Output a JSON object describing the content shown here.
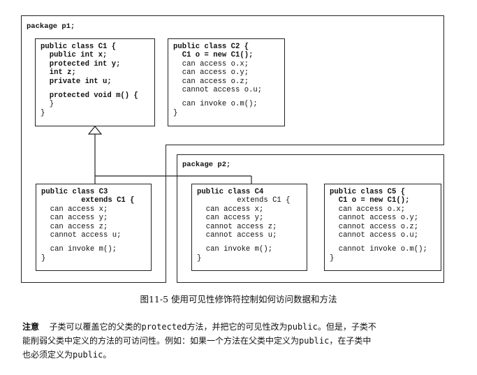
{
  "packages": {
    "p1": "package p1;",
    "p2": "package p2;"
  },
  "boxes": {
    "c1": [
      {
        "text": "public class C1 {",
        "bold": true
      },
      {
        "text": "  public int x;",
        "bold": true
      },
      {
        "text": "  protected int y;",
        "bold": true
      },
      {
        "text": "  int z;",
        "bold": true
      },
      {
        "text": "  private int u;",
        "bold": true
      },
      {
        "text": "",
        "blank": true
      },
      {
        "text": "  protected void m() {",
        "bold": true
      },
      {
        "text": "  }",
        "bold": false
      },
      {
        "text": "}",
        "bold": false
      }
    ],
    "c2": [
      {
        "text": "public class C2 {",
        "bold": true
      },
      {
        "text": "  C1 o = new C1();",
        "bold": true
      },
      {
        "text": "  can access o.x;",
        "bold": false
      },
      {
        "text": "  can access o.y;",
        "bold": false
      },
      {
        "text": "  can access o.z;",
        "bold": false
      },
      {
        "text": "  cannot access o.u;",
        "bold": false
      },
      {
        "text": "",
        "blank": true
      },
      {
        "text": "  can invoke o.m();",
        "bold": false
      },
      {
        "text": "}",
        "bold": false
      }
    ],
    "c3": [
      {
        "text": "public class C3",
        "bold": true
      },
      {
        "text": "         extends C1 {",
        "bold": true
      },
      {
        "text": "  can access x;",
        "bold": false
      },
      {
        "text": "  can access y;",
        "bold": false
      },
      {
        "text": "  can access z;",
        "bold": false
      },
      {
        "text": "  cannot access u;",
        "bold": false
      },
      {
        "text": "",
        "blank": true
      },
      {
        "text": "  can invoke m();",
        "bold": false
      },
      {
        "text": "}",
        "bold": false
      }
    ],
    "c4": [
      {
        "text": "public class C4",
        "bold": true
      },
      {
        "text": "         extends C1 {",
        "bold": false
      },
      {
        "text": "  can access x;",
        "bold": false
      },
      {
        "text": "  can access y;",
        "bold": false
      },
      {
        "text": "  cannot access z;",
        "bold": false
      },
      {
        "text": "  cannot access u;",
        "bold": false
      },
      {
        "text": "",
        "blank": true
      },
      {
        "text": "  can invoke m();",
        "bold": false
      },
      {
        "text": "}",
        "bold": false
      }
    ],
    "c5": [
      {
        "text": "public class C5 {",
        "bold": true
      },
      {
        "text": "  C1 o = new C1();",
        "bold": true
      },
      {
        "text": "  can access o.x;",
        "bold": false
      },
      {
        "text": "  cannot access o.y;",
        "bold": false
      },
      {
        "text": "  cannot access o.z;",
        "bold": false
      },
      {
        "text": "  cannot access o.u;",
        "bold": false
      },
      {
        "text": "",
        "blank": true
      },
      {
        "text": "  cannot invoke o.m();",
        "bold": false
      },
      {
        "text": "}",
        "bold": false
      }
    ]
  },
  "caption": "图11-5  使用可见性修饰符控制如何访问数据和方法",
  "note": {
    "label": "注意",
    "lines": [
      "  子类可以覆盖它的父类的protected方法，并把它的可见性改为public。但是，子类不",
      "能削弱父类中定义的方法的可访问性。例如：如果一个方法在父类中定义为public，在子类中",
      "也必须定义为public。"
    ]
  }
}
